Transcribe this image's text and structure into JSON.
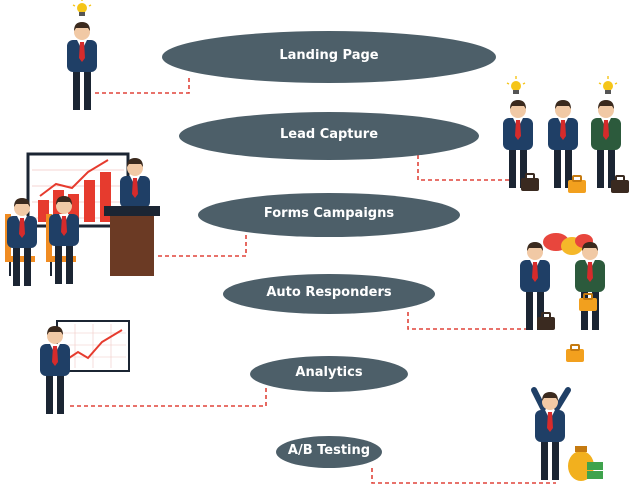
{
  "stages": [
    {
      "label": "Landing Page"
    },
    {
      "label": "Lead Capture"
    },
    {
      "label": "Forms Campaigns"
    },
    {
      "label": "Auto Responders"
    },
    {
      "label": "Analytics"
    },
    {
      "label": "A/B Testing"
    }
  ],
  "colors": {
    "pill": "#4d5f69",
    "connector": "#e0443a",
    "suit": "#1f3f66",
    "suit_green": "#2c5a3c",
    "tie": "#d62b2b",
    "skin": "#f1c9a5",
    "hair": "#3b2a1e",
    "chart_bars": "#e63b2e",
    "chair": "#f08c22",
    "podium": "#6b3a24",
    "bubble_red": "#e8463d",
    "bubble_yellow": "#f5b82a",
    "bulb": "#f5c518",
    "money_bag": "#f2b01e",
    "cash": "#3fa34d"
  }
}
